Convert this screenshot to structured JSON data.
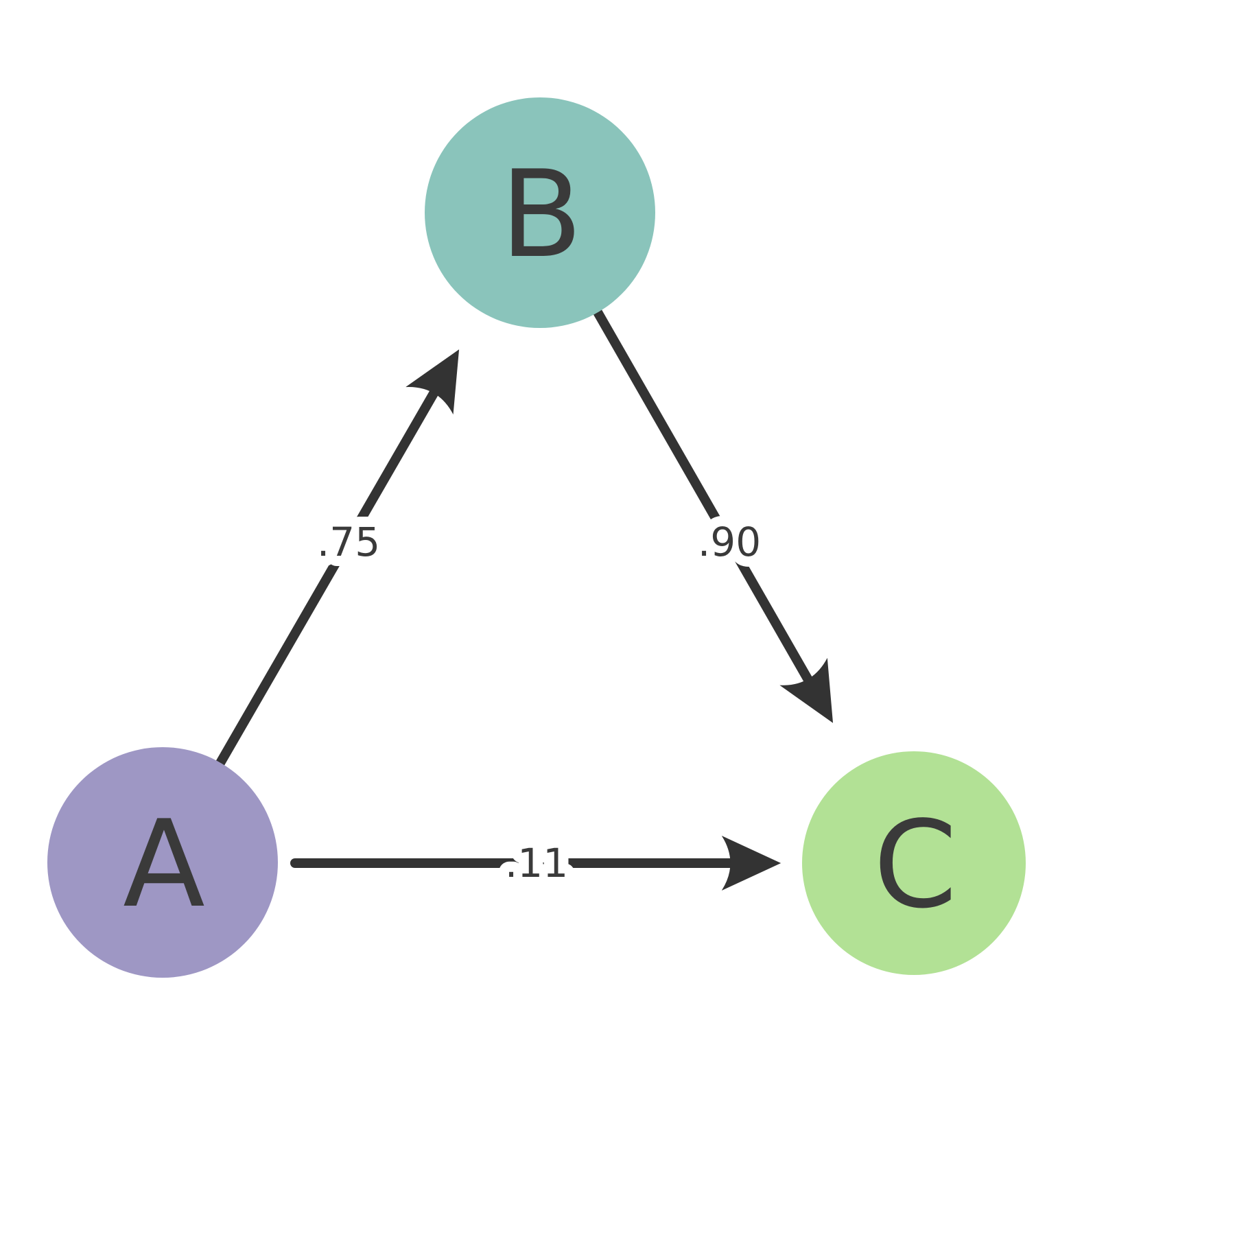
{
  "diagram": {
    "title": "directed-graph-a-b-c",
    "background_color": "#ffffff",
    "edge_color": "#333333",
    "text_color": "#3a3a3a",
    "nodes": [
      {
        "id": "A",
        "label": "A",
        "color": "#9e97c4"
      },
      {
        "id": "B",
        "label": "B",
        "color": "#8ac4bb"
      },
      {
        "id": "C",
        "label": "C",
        "color": "#b2e195"
      }
    ],
    "edges": [
      {
        "from": "A",
        "to": "B",
        "label": ".75"
      },
      {
        "from": "B",
        "to": "C",
        "label": ".90"
      },
      {
        "from": "A",
        "to": "C",
        "label": ".11"
      }
    ]
  }
}
